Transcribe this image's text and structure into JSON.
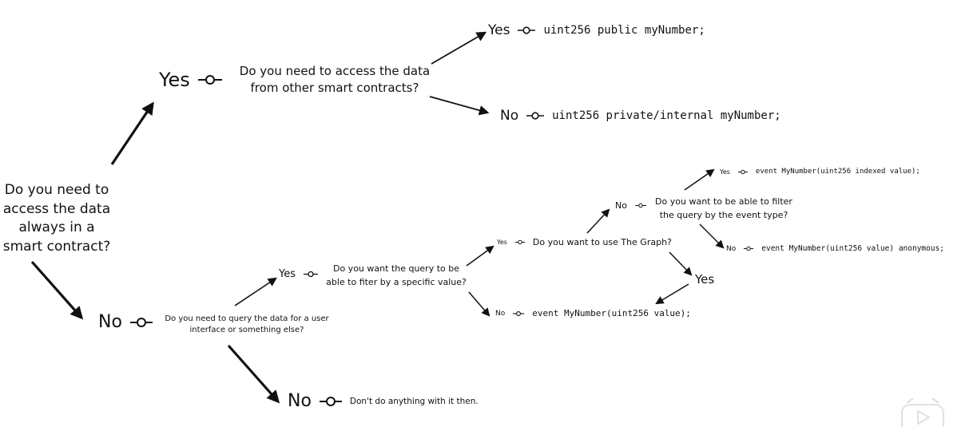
{
  "root_question": "Do you need to access the data always in a smart contract?",
  "yes_branch": {
    "label": "Yes",
    "question": "Do you need to access the data from other smart contracts?",
    "yes": {
      "label": "Yes",
      "code": "uint256 public myNumber;"
    },
    "no": {
      "label": "No",
      "code": "uint256 private/internal myNumber;"
    }
  },
  "no_branch": {
    "label": "No",
    "question": "Do you need to query the data for a user interface or something else?",
    "no": {
      "label": "No",
      "text": "Don't do anything with it then."
    },
    "yes": {
      "label": "Yes",
      "question": "Do you want the query to be able to fiter by a specific value?",
      "no": {
        "label": "No",
        "code": "event MyNumber(uint256 value);"
      },
      "yes": {
        "label": "Yes",
        "question": "Do you want to use The Graph?",
        "yes": {
          "label": "Yes"
        },
        "no": {
          "label": "No",
          "question": "Do you want to be able to filter the query by the event type?",
          "yes": {
            "label": "Yes",
            "code": "event MyNumber(uint256 indexed value);"
          },
          "no": {
            "label": "No",
            "code": "event MyNumber(uint256 value) anonymous;"
          }
        }
      }
    }
  },
  "icons": {
    "connector": "line-circle-connector-icon",
    "video": "play-icon"
  },
  "colors": {
    "ink": "#111111",
    "background": "#ffffff"
  }
}
